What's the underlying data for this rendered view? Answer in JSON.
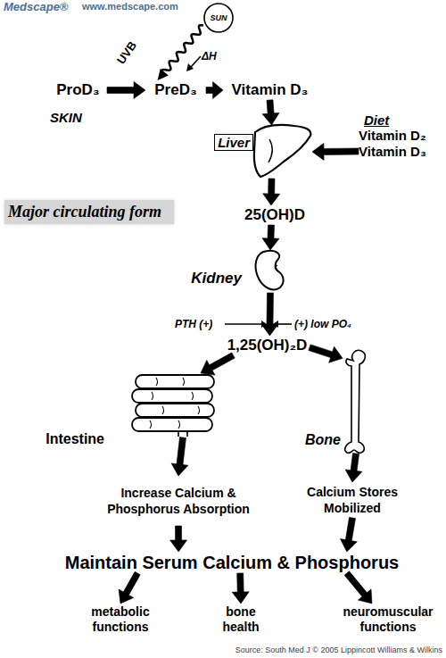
{
  "diagram": {
    "nodes": [
      {
        "text": [
          "SUN"
        ]
      },
      {
        "text": [
          "ProD₃"
        ]
      },
      {
        "text": [
          "PreD₃"
        ]
      },
      {
        "text": [
          "Vitamin D₃"
        ]
      },
      {
        "text": [
          "Diet",
          "Vitamin D₂",
          "Vitamin D₃"
        ]
      },
      {
        "text": [
          "Liver"
        ]
      },
      {
        "text": [
          "Major circulating form"
        ]
      },
      {
        "text": [
          "25(OH)D"
        ]
      },
      {
        "text": [
          "Kidney"
        ]
      },
      {
        "text": [
          "1,25(OH)₂D"
        ]
      },
      {
        "text": [
          "Intestine"
        ]
      },
      {
        "text": [
          "Bone"
        ]
      },
      {
        "text": [
          "Increase Calcium & Phosphorus Absorption"
        ]
      },
      {
        "text": [
          "Calcium Stores Mobilized"
        ]
      },
      {
        "text": [
          "Maintain Serum Calcium & Phosphorus"
        ]
      },
      {
        "text": [
          "metabolic functions"
        ]
      },
      {
        "text": [
          "bone health"
        ]
      },
      {
        "text": [
          "neuromuscular functions"
        ]
      }
    ],
    "edges": [
      {
        "from": 0,
        "to": 2,
        "arrow": "to",
        "label": "UVB"
      },
      {
        "from": 1,
        "to": 2,
        "arrow": "to"
      },
      {
        "from": 2,
        "to": 3,
        "arrow": "to"
      },
      {
        "from": 3,
        "to": 5,
        "arrow": "to"
      },
      {
        "from": 4,
        "to": 5,
        "arrow": "to"
      },
      {
        "from": 5,
        "to": 7,
        "arrow": "to"
      },
      {
        "from": 7,
        "to": 8,
        "arrow": "to"
      },
      {
        "from": 8,
        "to": 9,
        "arrow": "to"
      },
      {
        "from": 9,
        "to": 10,
        "arrow": "to"
      },
      {
        "from": 9,
        "to": 11,
        "arrow": "to"
      },
      {
        "from": 10,
        "to": 12,
        "arrow": "to"
      },
      {
        "from": 11,
        "to": 13,
        "arrow": "to"
      },
      {
        "from": 12,
        "to": 14,
        "arrow": "to"
      },
      {
        "from": 13,
        "to": 14,
        "arrow": "to"
      },
      {
        "from": 14,
        "to": 15,
        "arrow": "to"
      },
      {
        "from": 14,
        "to": 16,
        "arrow": "to"
      },
      {
        "from": 14,
        "to": 17,
        "arrow": "to"
      }
    ],
    "labels": [
      "Medscape®",
      "www.medscape.com",
      "SKIN",
      "ΔH",
      "PTH (+)",
      "(+) low PO₄",
      "Source: South Med J © 2005 Lippincott Williams & Wilkins"
    ]
  }
}
